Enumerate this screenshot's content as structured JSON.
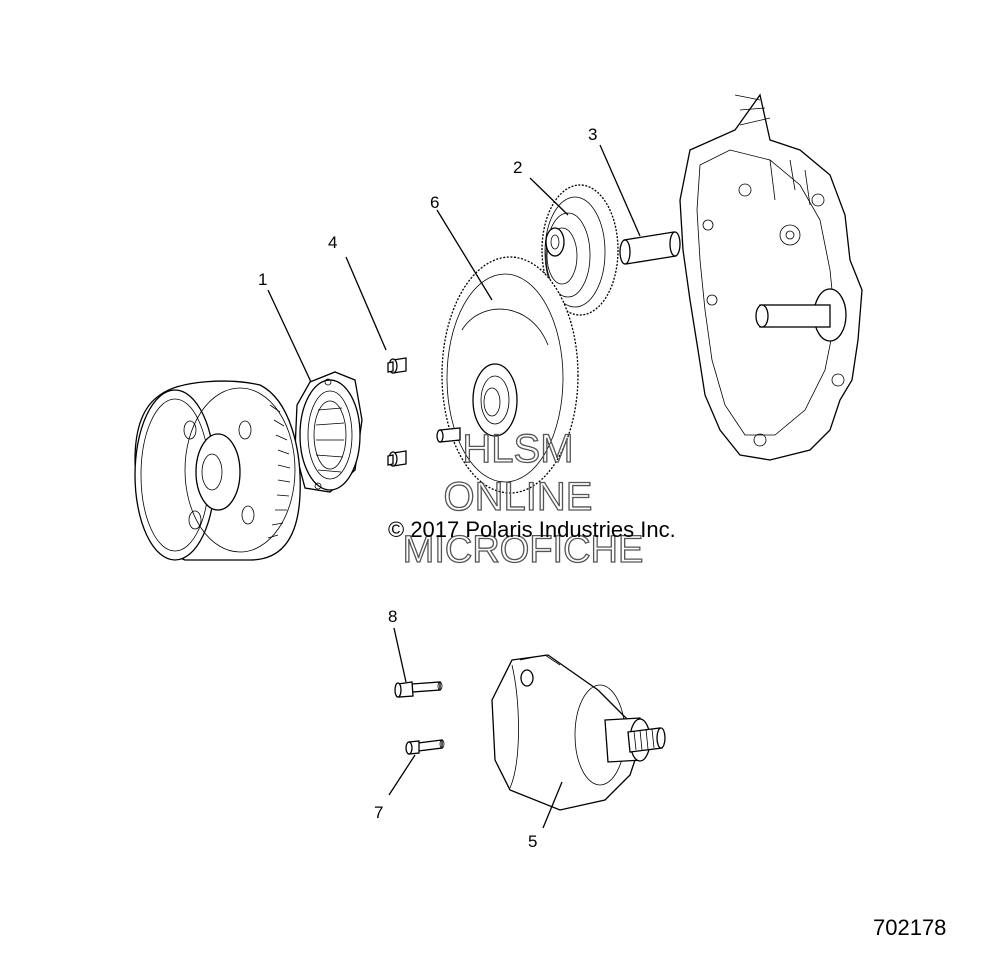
{
  "callouts": [
    "1",
    "2",
    "3",
    "4",
    "5",
    "6",
    "7",
    "8"
  ],
  "watermark": {
    "line1": "HLSM",
    "line2": "ONLINE",
    "line3": "MICROFICHE"
  },
  "copyright": "© 2017 Polaris Industries Inc.",
  "figure_number": "702178",
  "colors": {
    "line": "#000000",
    "background": "#ffffff",
    "watermark": "#555555"
  }
}
